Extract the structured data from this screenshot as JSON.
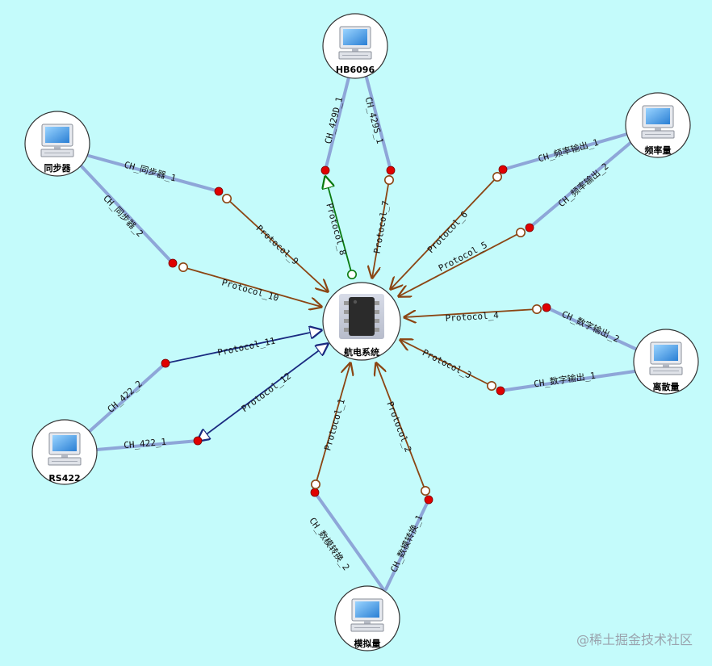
{
  "nodes": {
    "center": {
      "label": "航电系统"
    },
    "hb6096": {
      "label": "HB6096"
    },
    "sync": {
      "label": "同步器"
    },
    "freq": {
      "label": "频率量"
    },
    "discrete": {
      "label": "离散量"
    },
    "rs422": {
      "label": "RS422"
    },
    "analog": {
      "label": "模拟量"
    }
  },
  "channels": [
    "CH_429D_1",
    "CH_429S_1",
    "CH_同步器_1",
    "CH_同步器_2",
    "CH_频率输出_1",
    "CH_频率输出_2",
    "CH_数字输出_2",
    "CH_数字输出_1",
    "CH_422_2",
    "CH_422_1",
    "CH_数模转换_2",
    "CH_数模转换_1"
  ],
  "protocols": [
    "Protocol_1",
    "Protocol_2",
    "Protocol_3",
    "Protocol_4",
    "Protocol_5",
    "Protocol_6",
    "Protocol_7",
    "Protocol_8",
    "Protocol_9",
    "Protocol_10",
    "Protocol_11",
    "Protocol_12"
  ],
  "watermark": "@稀土掘金技术社区",
  "colors": {
    "background": "#c4fbfb",
    "channel_line": "#8ea6d8",
    "protocol_brown": "#8b4513",
    "protocol_green": "#0a7a10",
    "protocol_navy": "#1a2a80",
    "port_red": "#e00000",
    "node_border": "#333333"
  }
}
